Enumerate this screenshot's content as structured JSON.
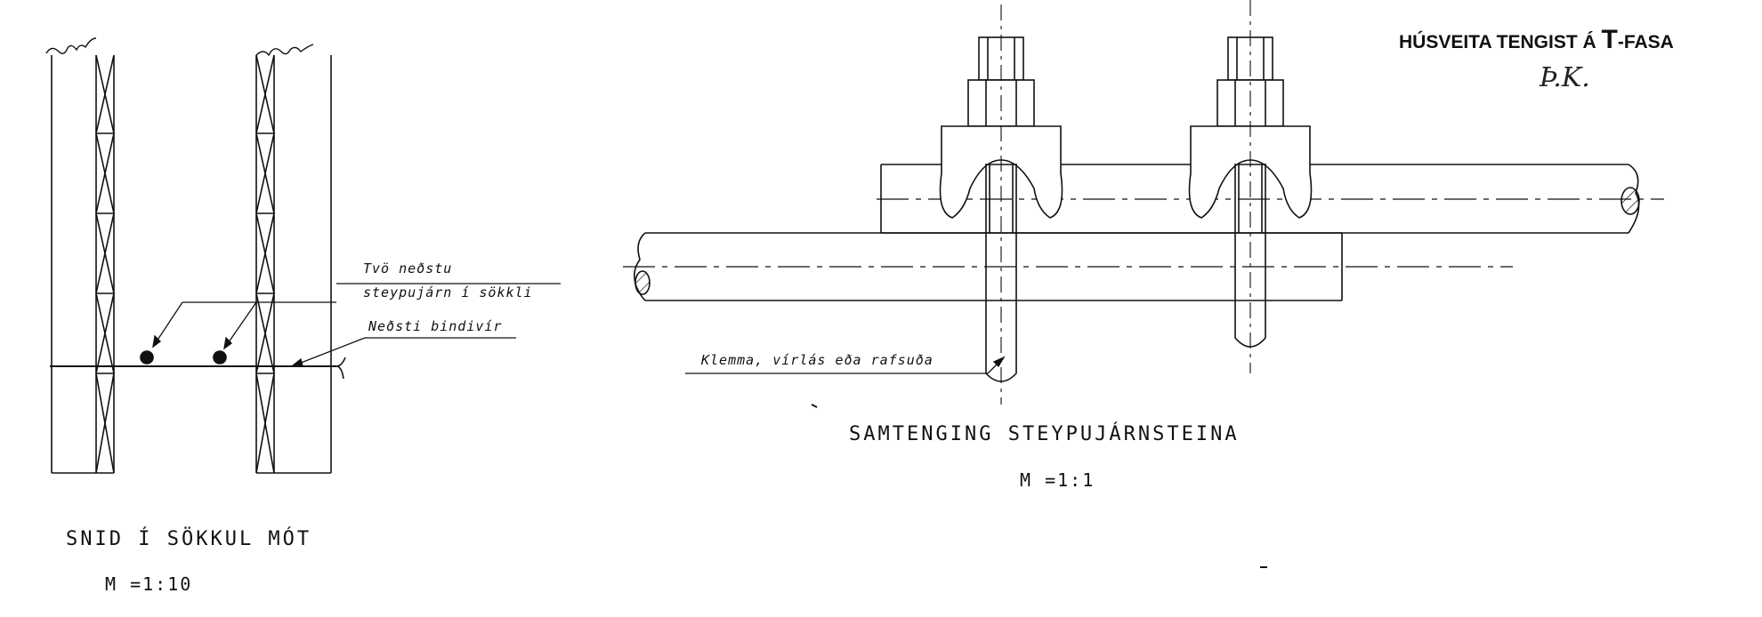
{
  "left_detail": {
    "caption": "SNID Í SÖKKUL MÓT",
    "scale": "M =1:10",
    "note_rebar_line1": "Tvö neðstu",
    "note_rebar_line2": "steypujárn í sökkli",
    "note_tie": "Neðsti bindivír"
  },
  "right_detail": {
    "caption": "SAMTENGING STEYPUJÁRNSTEINA",
    "scale": "M =1:1",
    "note_clamp": "Klemma, vírlás eða rafsuða"
  },
  "stamp": {
    "text_before": "HÚSVEITA TENGIST Á ",
    "symbol": "T",
    "text_after": "-FASA",
    "initials": "Þ.K."
  }
}
